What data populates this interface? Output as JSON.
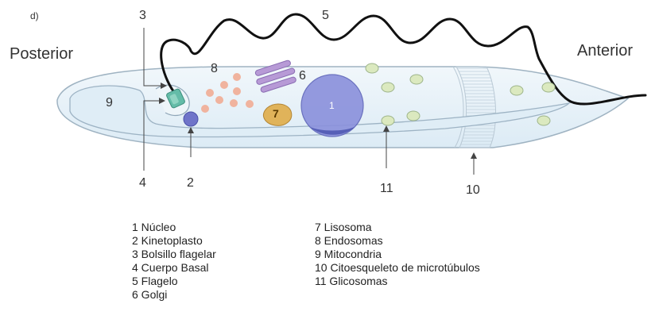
{
  "panel_label": "d)",
  "orientation": {
    "posterior": "Posterior",
    "anterior": "Anterior"
  },
  "callout_numbers": {
    "n1": "1",
    "n2": "2",
    "n3": "3",
    "n4": "4",
    "n5": "5",
    "n6": "6",
    "n7": "7",
    "n8": "8",
    "n9": "9",
    "n10": "10",
    "n11": "11"
  },
  "legend": {
    "left": [
      "1 Núcleo",
      "2 Kinetoplasto",
      "3 Bolsillo flagelar",
      "4 Cuerpo Basal",
      "5 Flagelo",
      "6 Golgi"
    ],
    "right": [
      "7 Lisosoma",
      "8 Endosomas",
      "9 Mitocondria",
      "10 Citoesqueleto de microtúbulos",
      "11 Glicosomas"
    ]
  },
  "colors": {
    "cell_fill": "#e7f1f8",
    "cell_stroke": "#9fb3c2",
    "nucleus": "#7f86d6",
    "kinetoplast": "#6f74c9",
    "golgi": "#b79ad6",
    "lysosome": "#e0b35a",
    "endosome": "#f0b39e",
    "glycosome": "#dbe9bf",
    "basal_body": "#64bca8",
    "flagellum": "#111111"
  }
}
